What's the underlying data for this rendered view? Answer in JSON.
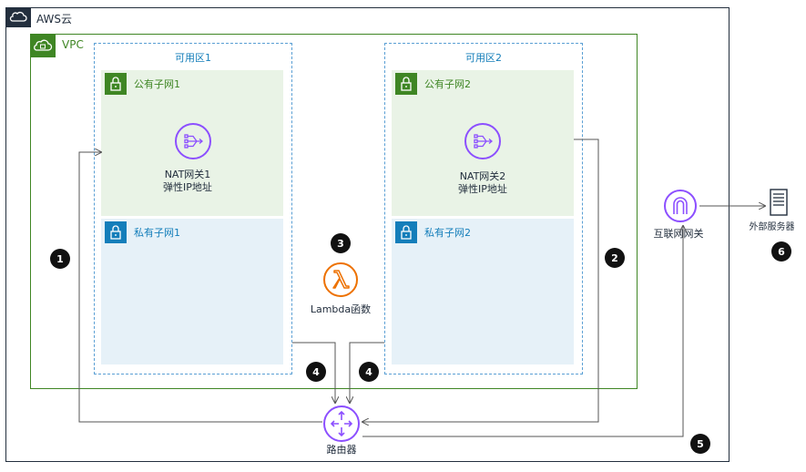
{
  "aws_cloud": {
    "label": "AWS云"
  },
  "vpc": {
    "label": "VPC"
  },
  "az1": {
    "label": "可用区1",
    "public_subnet": "公有子网1",
    "private_subnet": "私有子网1",
    "nat_line1": "NAT网关1",
    "nat_line2": "弹性IP地址"
  },
  "az2": {
    "label": "可用区2",
    "public_subnet": "公有子网2",
    "private_subnet": "私有子网2",
    "nat_line1": "NAT网关2",
    "nat_line2": "弹性IP地址"
  },
  "lambda": {
    "label": "Lambda函数"
  },
  "igw": {
    "label": "互联网网关"
  },
  "external": {
    "label": "外部服务器"
  },
  "router": {
    "label": "路由器"
  },
  "badges": [
    "1",
    "2",
    "3",
    "4",
    "4",
    "5",
    "6"
  ],
  "colors": {
    "vpc_green": "#3f8624",
    "subnet_blue": "#147eba",
    "nat_purple": "#8c4fff",
    "lambda_orange": "#ed7100",
    "border_dark": "#232f3e"
  }
}
